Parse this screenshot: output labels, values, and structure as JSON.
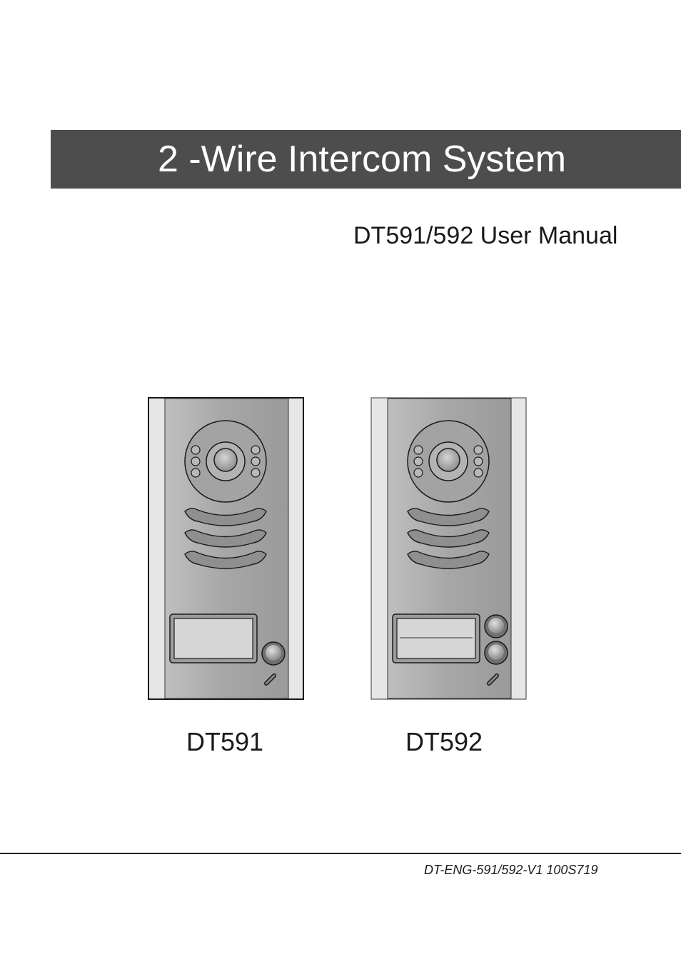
{
  "header": {
    "title": "2 -Wire Intercom System",
    "subtitle": "DT591/592 User Manual"
  },
  "devices": [
    {
      "label": "DT591",
      "call_buttons": 1
    },
    {
      "label": "DT592",
      "call_buttons": 2
    }
  ],
  "footer": {
    "document_code": "DT-ENG-591/592-V1 100S719"
  },
  "colors": {
    "banner": "#4d4d4d",
    "banner_text": "#ffffff",
    "panel_metal": "#a9a9a9",
    "side_strip": "#e6e6e6"
  }
}
